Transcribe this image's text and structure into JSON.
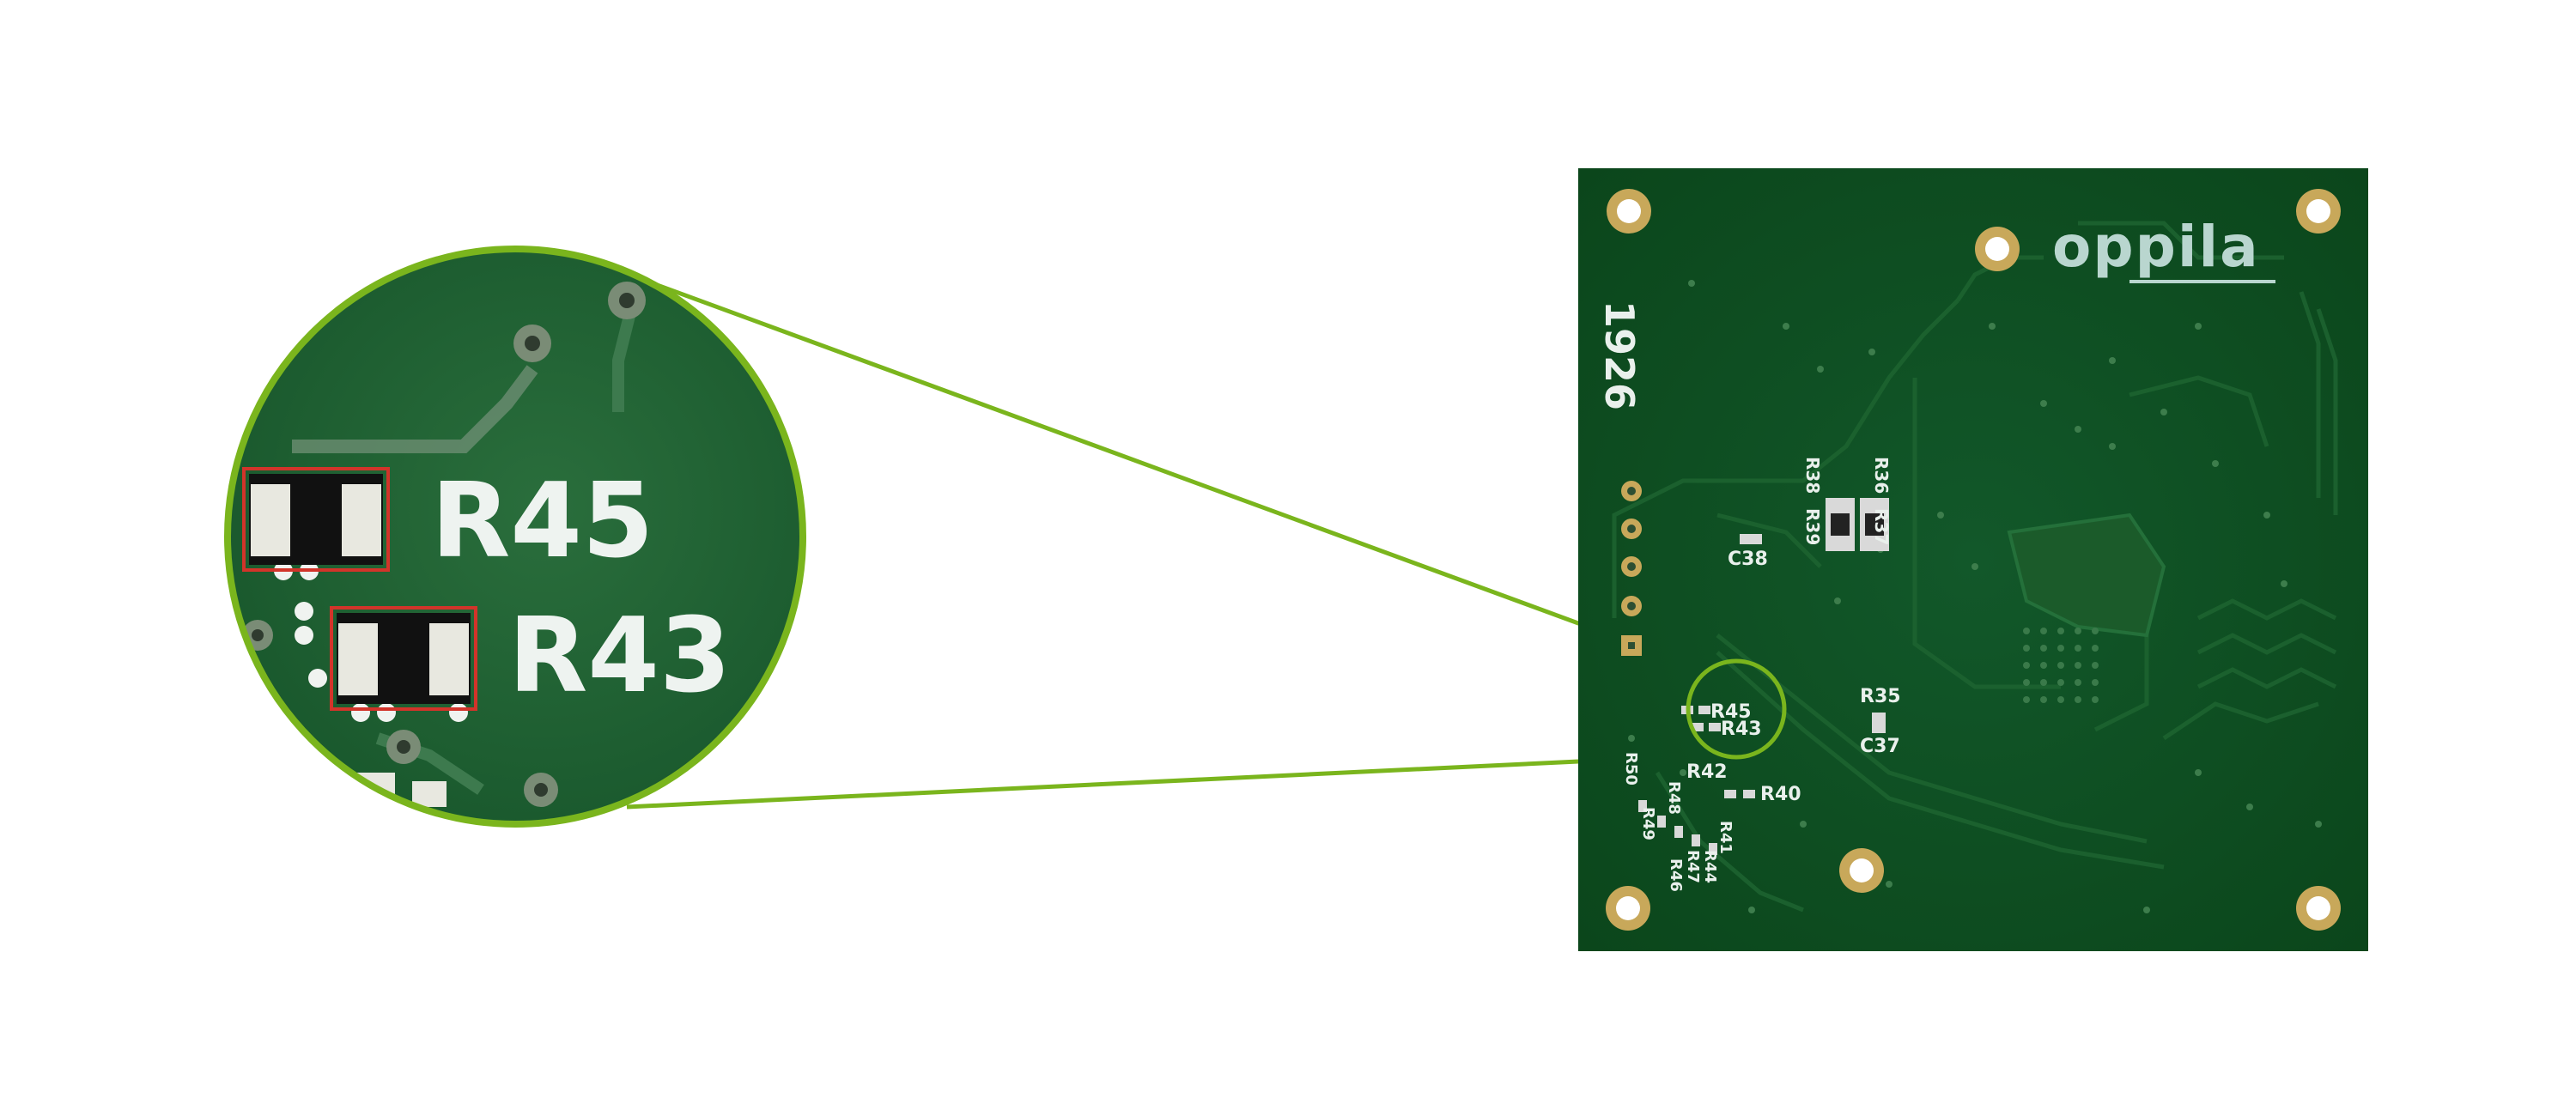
{
  "logo": {
    "text": "oppila"
  },
  "date_code": "1926",
  "zoom_labels": [
    "R45",
    "R43"
  ],
  "silkscreen_labels": {
    "r38": "R38",
    "r39": "R39",
    "r36": "R36",
    "r37": "R37",
    "c38": "C38",
    "r35": "R35",
    "c37": "C37",
    "r45": "R45",
    "r43": "R43",
    "r42": "R42",
    "r40": "R40",
    "r50": "R50",
    "r48": "R48",
    "r49": "R49",
    "r41": "R41",
    "r44": "R44",
    "r47": "R47",
    "r46": "R46"
  },
  "colors": {
    "pcb_green": "#0d4d1d",
    "pcb_trace": "#1a5d2a",
    "callout_green": "#7ab51d",
    "highlight_red": "#d2342a",
    "silkscreen": "#e9f0ec",
    "pad_gold": "#c8a85a"
  }
}
